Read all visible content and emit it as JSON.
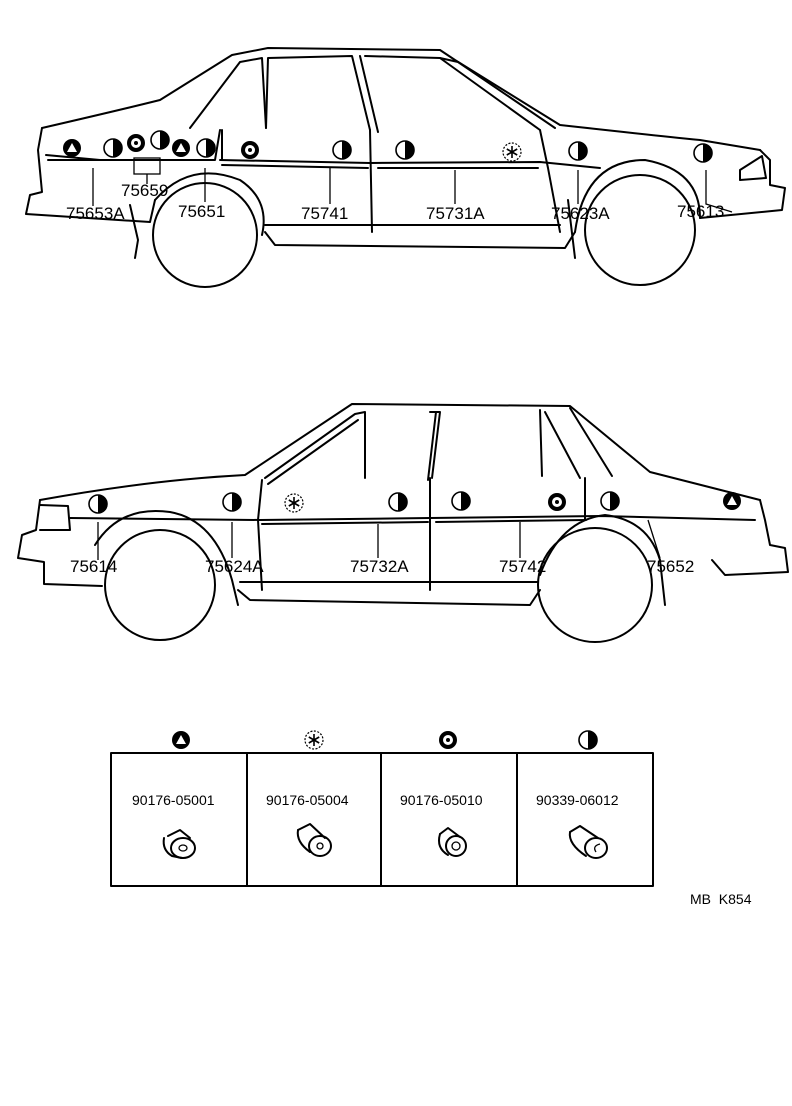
{
  "top_labels": [
    "75653A",
    "75659",
    "75651",
    "75741",
    "75731A",
    "75623A",
    "75613"
  ],
  "bottom_labels": [
    "75614",
    "75624A",
    "75732A",
    "75742",
    "75652"
  ],
  "legend": [
    {
      "symbol": "triangle-clip-icon",
      "part": "90176-05001"
    },
    {
      "symbol": "asterisk-clip-icon",
      "part": "90176-05004"
    },
    {
      "symbol": "ring-clip-icon",
      "part": "90176-05010"
    },
    {
      "symbol": "half-circle-clip-icon",
      "part": "90339-06012"
    }
  ],
  "footer_code": "MB  K854"
}
